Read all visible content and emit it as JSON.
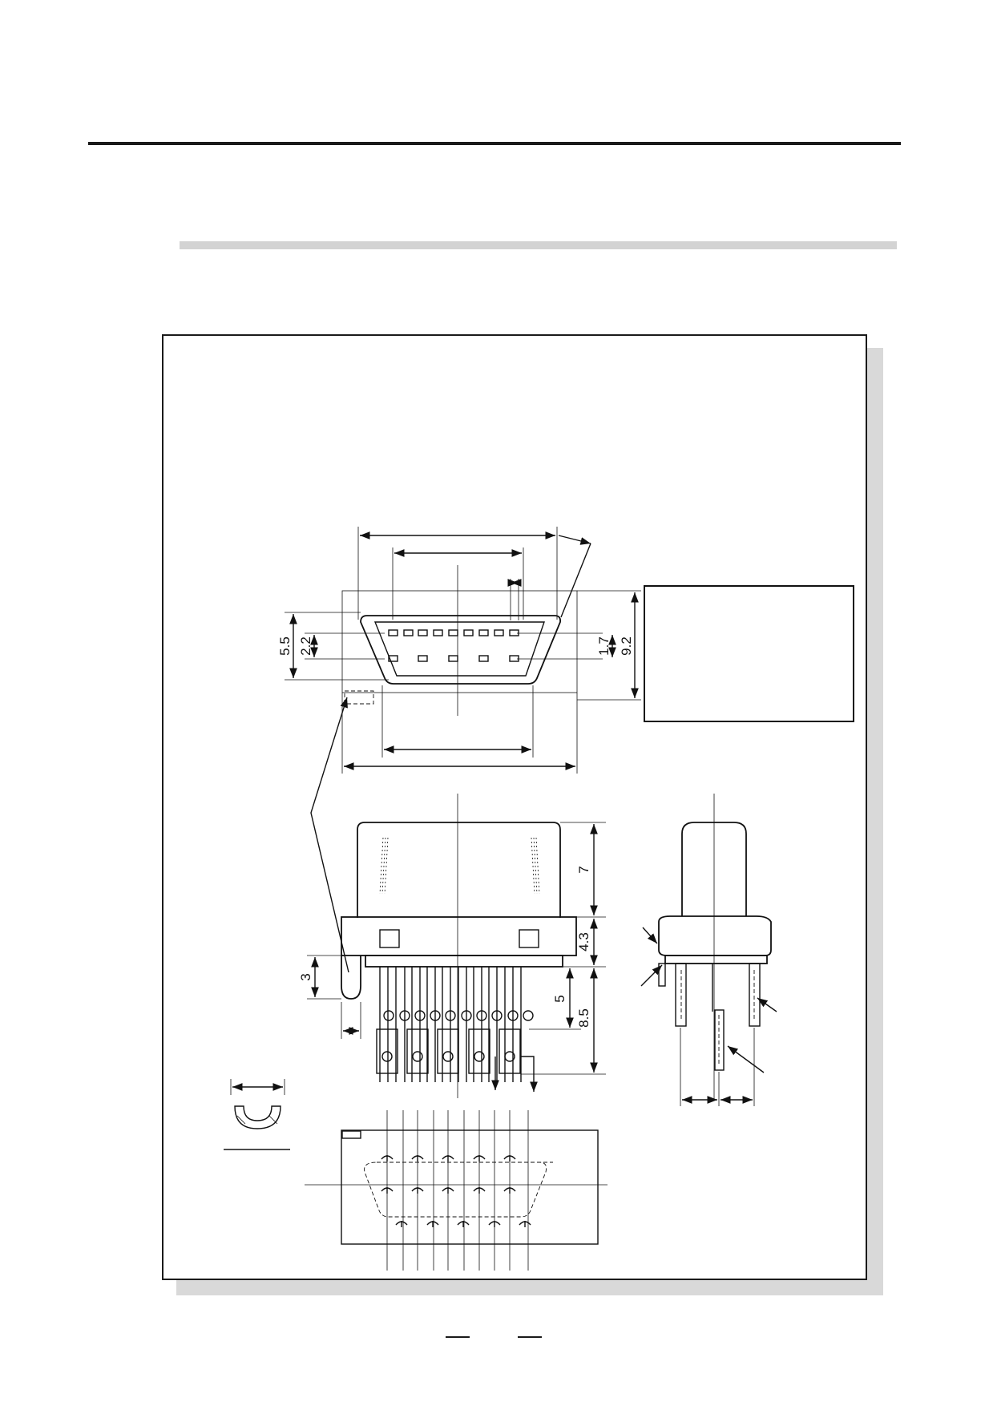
{
  "dimensions": {
    "front_height_outer": "5.5",
    "front_height_inner": "2.2",
    "pin_pitch": "1.7",
    "overall_height": "9.2",
    "body_height": "7",
    "flange_height": "4.3",
    "tab_height": "3",
    "pin_length": "5",
    "lead_length": "8.5"
  },
  "colors": {
    "line": "#111111",
    "shadow": "#d9d9d9",
    "bar": "#d3d3d3"
  }
}
